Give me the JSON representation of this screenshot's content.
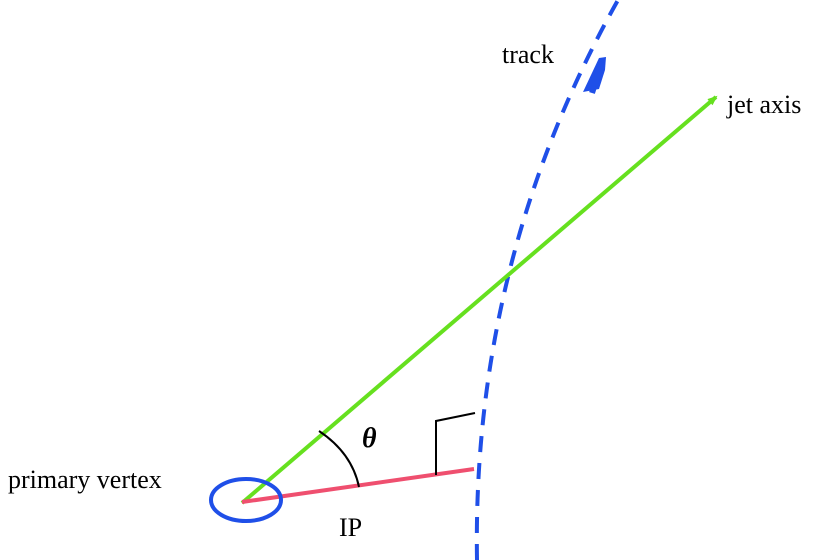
{
  "labels": {
    "track": "track",
    "jet_axis": "jet axis",
    "primary_vertex": "primary vertex",
    "ip": "IP",
    "theta": "θ"
  },
  "colors": {
    "track": "#1f4fe8",
    "jet_axis": "#66e01f",
    "ip": "#ef4f6f",
    "vertex": "#1f4fe8",
    "text": "#000000"
  }
}
